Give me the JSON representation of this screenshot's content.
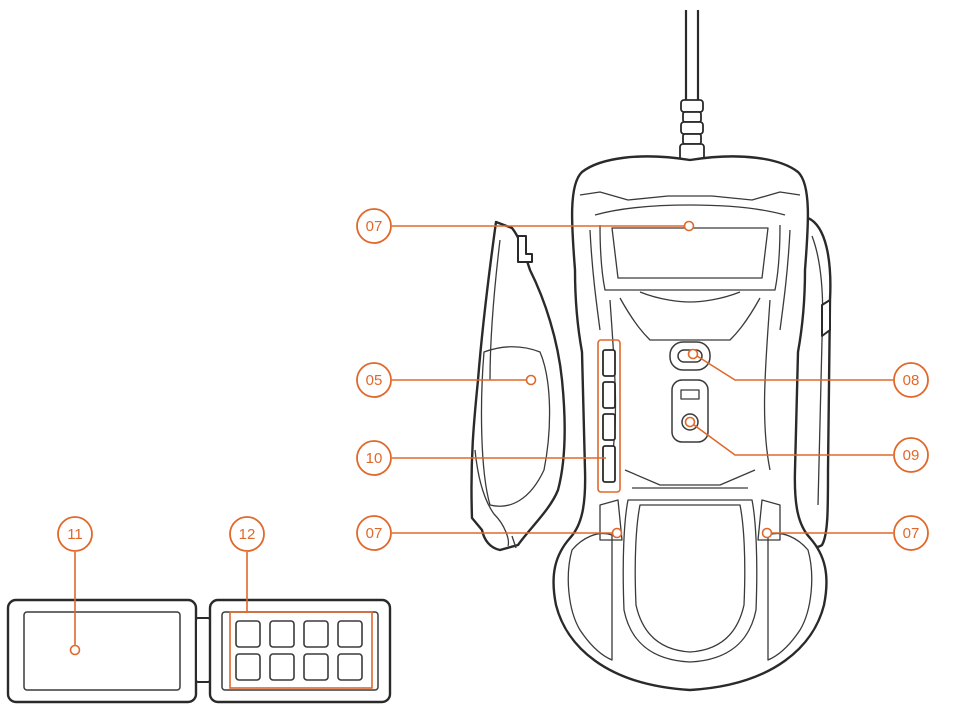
{
  "colors": {
    "outline": "#2a2a2a",
    "accent": "#e0682a",
    "background": "#ffffff"
  },
  "callouts": [
    {
      "id": "c07a",
      "label": "07"
    },
    {
      "id": "c05",
      "label": "05"
    },
    {
      "id": "c10",
      "label": "10"
    },
    {
      "id": "c07b",
      "label": "07"
    },
    {
      "id": "c08",
      "label": "08"
    },
    {
      "id": "c09",
      "label": "09"
    },
    {
      "id": "c07c",
      "label": "07"
    },
    {
      "id": "c11",
      "label": "11"
    },
    {
      "id": "c12",
      "label": "12"
    }
  ]
}
